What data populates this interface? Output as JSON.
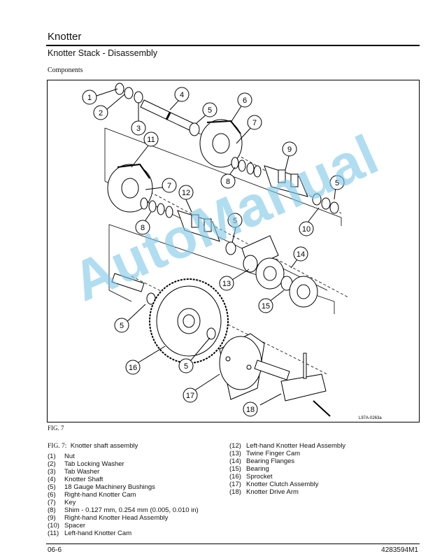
{
  "header": {
    "section_title": "Knotter",
    "subtitle": "Knotter Stack - Disassembly",
    "components_label": "Components"
  },
  "figure": {
    "code": "L97A-0263a",
    "label": "FIG. 7",
    "watermark": "AutoManual",
    "callouts": [
      "1",
      "2",
      "3",
      "4",
      "5",
      "6",
      "7",
      "8",
      "9",
      "5",
      "10",
      "11",
      "7",
      "12",
      "8",
      "5",
      "14",
      "13",
      "15",
      "5",
      "16",
      "5",
      "17",
      "18"
    ]
  },
  "caption": {
    "fig_ref": "FIG. 7:",
    "title": "Knotter shaft assembly"
  },
  "parts_left": [
    {
      "num": "(1)",
      "name": "Nut"
    },
    {
      "num": "(2)",
      "name": "Tab Locking Washer"
    },
    {
      "num": "(3)",
      "name": "Tab Washer"
    },
    {
      "num": "(4)",
      "name": "Knotter Shaft"
    },
    {
      "num": "(5)",
      "name": "18 Gauge Machinery Bushings"
    },
    {
      "num": "(6)",
      "name": "Right-hand Knotter Cam"
    },
    {
      "num": "(7)",
      "name": "Key"
    },
    {
      "num": "(8)",
      "name": "Shim - 0.127 mm, 0.254 mm (0.005, 0.010 in)"
    },
    {
      "num": "(9)",
      "name": "Right-hand Knotter Head Assembly"
    },
    {
      "num": "(10)",
      "name": "Spacer"
    },
    {
      "num": "(11)",
      "name": "Left-hand Knotter Cam"
    }
  ],
  "parts_right": [
    {
      "num": "(12)",
      "name": "Left-hand Knotter Head Assembly"
    },
    {
      "num": "(13)",
      "name": "Twine Finger Cam"
    },
    {
      "num": "(14)",
      "name": "Bearing Flanges"
    },
    {
      "num": "(15)",
      "name": "Bearing"
    },
    {
      "num": "(16)",
      "name": "Sprocket"
    },
    {
      "num": "(17)",
      "name": "Knotter Clutch Assembly"
    },
    {
      "num": "(18)",
      "name": "Knotter Drive Arm"
    }
  ],
  "footer": {
    "page": "06-6",
    "doc": "4283594M1"
  }
}
